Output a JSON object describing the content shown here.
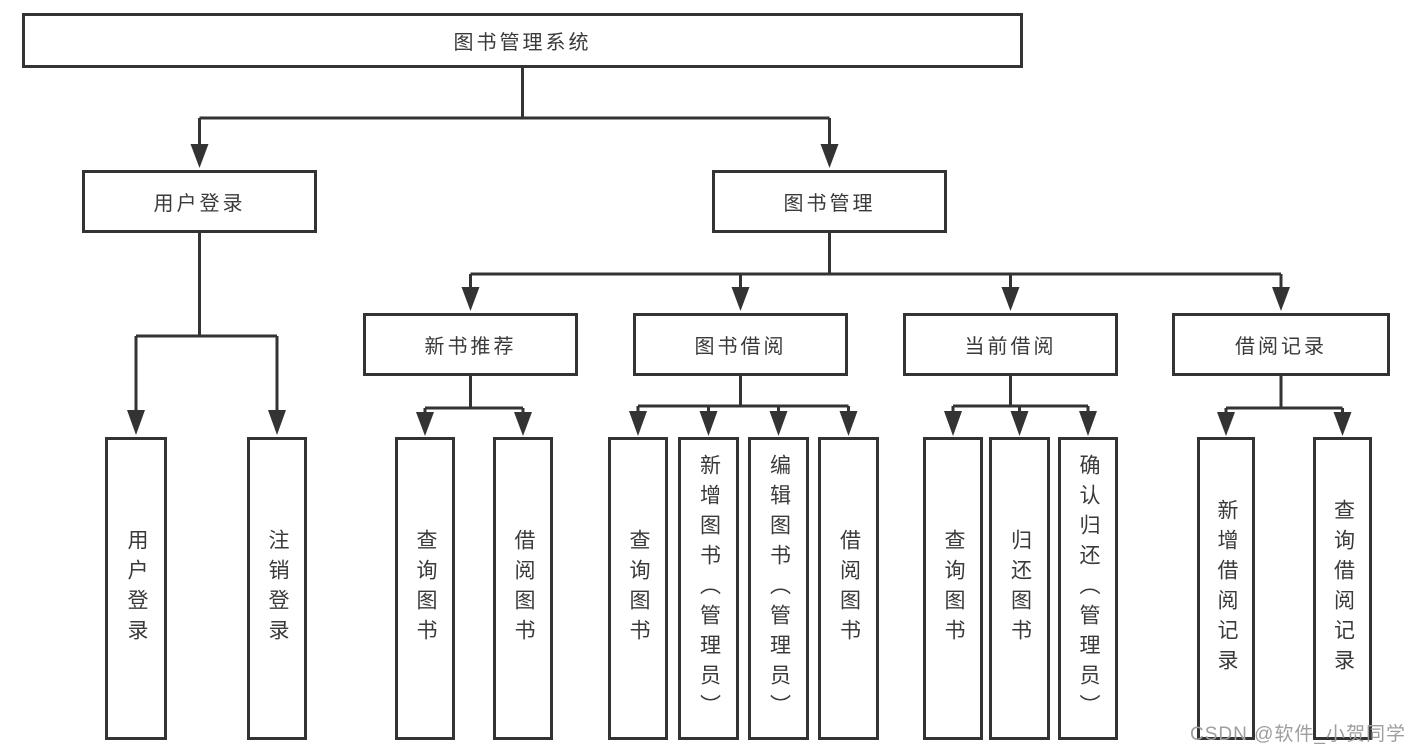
{
  "tree": {
    "label": "图书管理系统",
    "children": [
      {
        "label": "用户登录",
        "children": [
          {
            "label": "用户登录"
          },
          {
            "label": "注销登录"
          }
        ]
      },
      {
        "label": "图书管理",
        "children": [
          {
            "label": "新书推荐",
            "children": [
              {
                "label": "查询图书"
              },
              {
                "label": "借阅图书"
              }
            ]
          },
          {
            "label": "图书借阅",
            "children": [
              {
                "label": "查询图书"
              },
              {
                "label": "新增图书（管理员）"
              },
              {
                "label": "编辑图书（管理员）"
              },
              {
                "label": "借阅图书"
              }
            ]
          },
          {
            "label": "当前借阅",
            "children": [
              {
                "label": "查询图书"
              },
              {
                "label": "归还图书"
              },
              {
                "label": "确认归还（管理员）"
              }
            ]
          },
          {
            "label": "借阅记录",
            "children": [
              {
                "label": "新增借阅记录"
              },
              {
                "label": "查询借阅记录"
              }
            ]
          }
        ]
      }
    ]
  },
  "watermark": {
    "text": "CSDN @软件_小贺同学"
  },
  "colors": {
    "line": "#333333",
    "box_border": "#333333",
    "text": "#3a3a3a",
    "watermark": "#9e9e9e",
    "background": "#ffffff"
  }
}
